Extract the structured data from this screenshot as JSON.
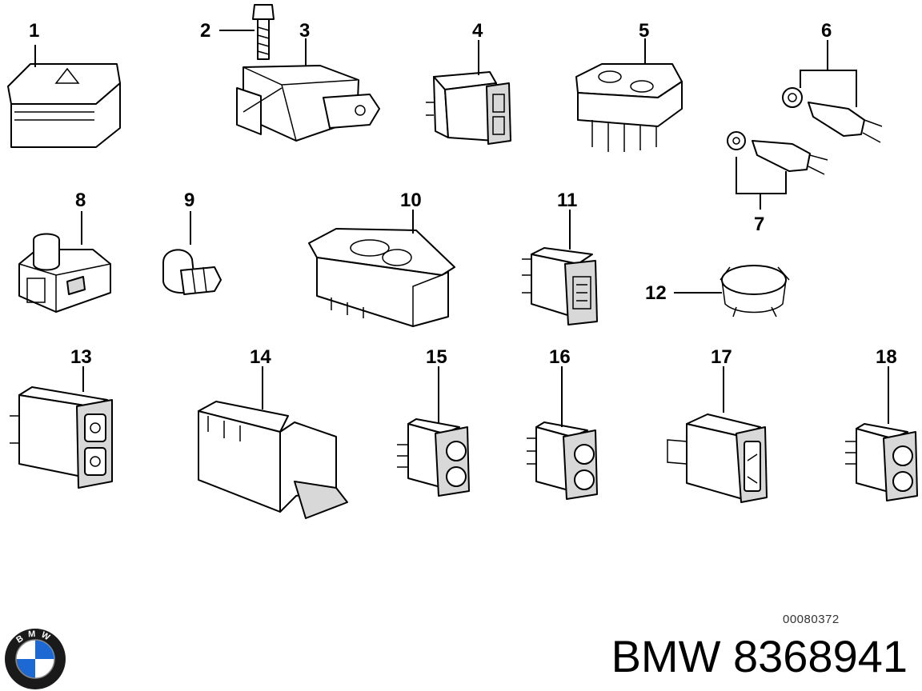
{
  "diagram": {
    "labels": [
      "1",
      "2",
      "3",
      "4",
      "5",
      "6",
      "7",
      "8",
      "9",
      "10",
      "11",
      "12",
      "13",
      "14",
      "15",
      "16",
      "17",
      "18"
    ],
    "reference_code": "00080372"
  },
  "footer": {
    "brand": "BMW",
    "part_number": "8368941",
    "logo_icon": "bmw-roundel-icon",
    "logo_letters": "BMW"
  }
}
